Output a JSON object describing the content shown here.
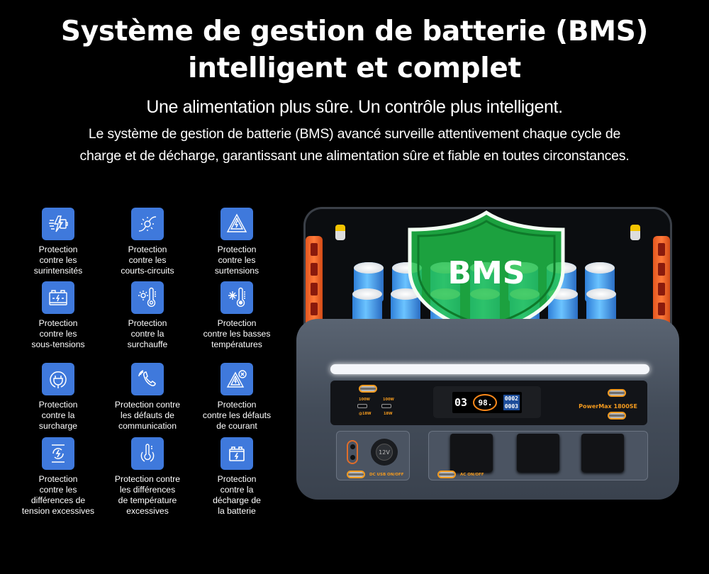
{
  "header": {
    "title_line1": "Système de gestion de batterie (BMS)",
    "title_line2": "intelligent et complet",
    "subtitle": "Une alimentation plus sûre. Un contrôle plus intelligent.",
    "description_line1": "Le système de gestion de batterie (BMS) avancé surveille attentivement chaque cycle de",
    "description_line2": "charge et de décharge, garantissant une alimentation sûre et fiable en toutes circonstances."
  },
  "colors": {
    "background": "#000000",
    "tile_blue": "#3f79dc",
    "accent_orange": "#f39a1e",
    "shield_green": "#22c24a"
  },
  "features": [
    {
      "icon": "overcurrent-icon",
      "label": "Protection\ncontre les\nsurintensités"
    },
    {
      "icon": "short-circuit-icon",
      "label": "Protection\ncontre les\ncourts-circuits"
    },
    {
      "icon": "overvoltage-warning-icon",
      "label": "Protection\ncontre les\nsurtensions"
    },
    {
      "icon": "undervoltage-battery-icon",
      "label": "Protection\ncontre les\nsous-tensions"
    },
    {
      "icon": "overheat-thermometer-icon",
      "label": "Protection\ncontre la\nsurchauffe"
    },
    {
      "icon": "low-temperature-icon",
      "label": "Protection\ncontre les basses\ntempératures"
    },
    {
      "icon": "overload-plug-icon",
      "label": "Protection\ncontre la\nsurcharge"
    },
    {
      "icon": "communication-phone-icon",
      "label": "Protection contre\nles défauts de\ncommunication"
    },
    {
      "icon": "current-fault-icon",
      "label": "Protection\ncontre les défauts\nde courant"
    },
    {
      "icon": "voltage-difference-icon",
      "label": "Protection\ncontre les\ndifférences de\ntension excessives"
    },
    {
      "icon": "temperature-difference-icon",
      "label": "Protection contre\nles différences\nde température\nexcessives"
    },
    {
      "icon": "battery-discharge-icon",
      "label": "Protection\ncontre la\ndécharge de\nla batterie"
    }
  ],
  "device": {
    "shield_text": "BMS",
    "brand": "PowerMax 1800SE",
    "lcd": {
      "left_value": "03",
      "center_value": "98.",
      "right_top": "0002",
      "right_bottom": "0003"
    },
    "usb_labels": [
      "100W",
      "100W",
      "@18W",
      "18W"
    ],
    "cig_label": "12V",
    "dc_label": "DC USB ON/OFF",
    "ac_label": "AC ON/OFF"
  }
}
